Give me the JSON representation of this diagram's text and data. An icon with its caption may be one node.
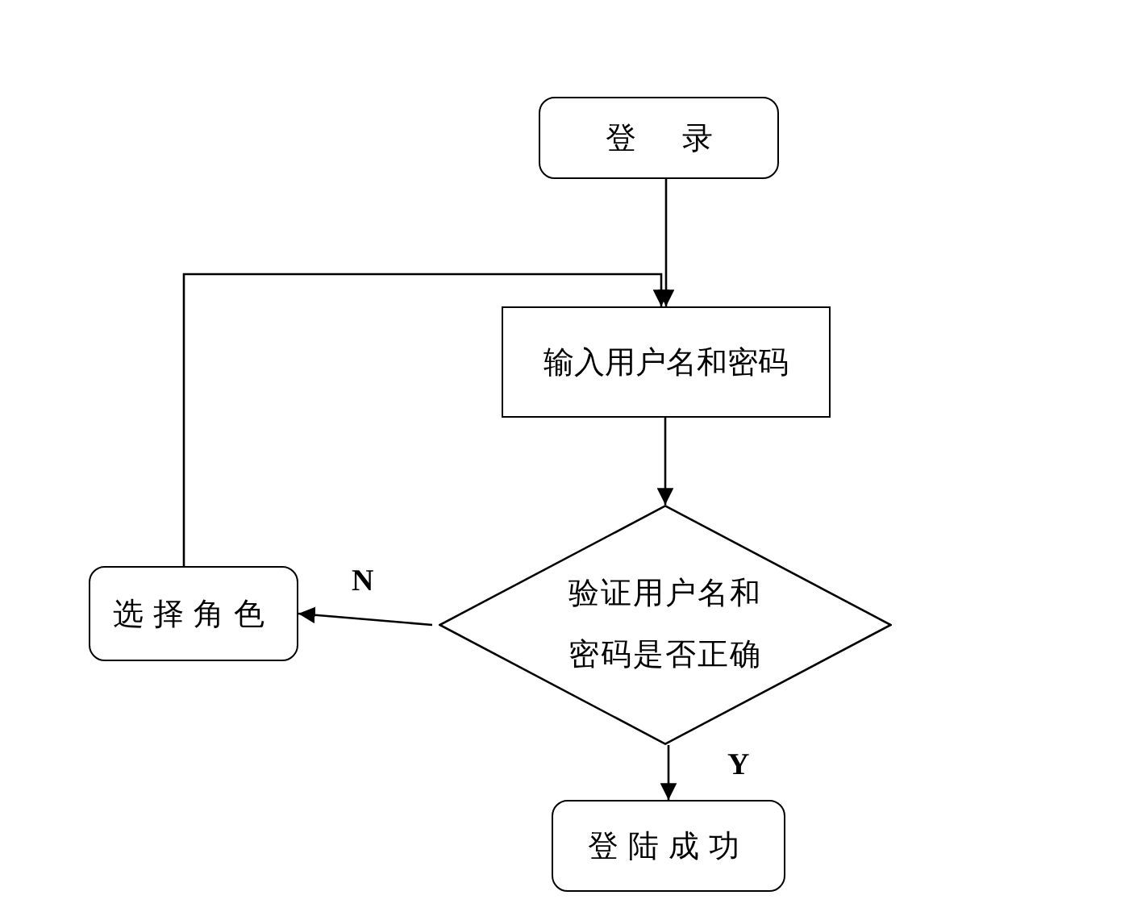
{
  "diagram": {
    "nodes": [
      {
        "text": [
          "登 录"
        ]
      },
      {
        "text": [
          "输入用户名和密码"
        ]
      },
      {
        "text": [
          "验证用户名和密码是否正确"
        ]
      },
      {
        "text": [
          "选择角色"
        ]
      },
      {
        "text": [
          "登陆成功"
        ]
      }
    ],
    "edges": [
      {
        "from": 0,
        "to": 1,
        "arrow": "to"
      },
      {
        "from": 1,
        "to": 2,
        "arrow": "to"
      },
      {
        "from": 2,
        "to": 3,
        "arrow": "to",
        "label": "N"
      },
      {
        "from": 2,
        "to": 4,
        "arrow": "to",
        "label": "Y"
      },
      {
        "from": 3,
        "to": 1,
        "arrow": "to"
      }
    ]
  }
}
